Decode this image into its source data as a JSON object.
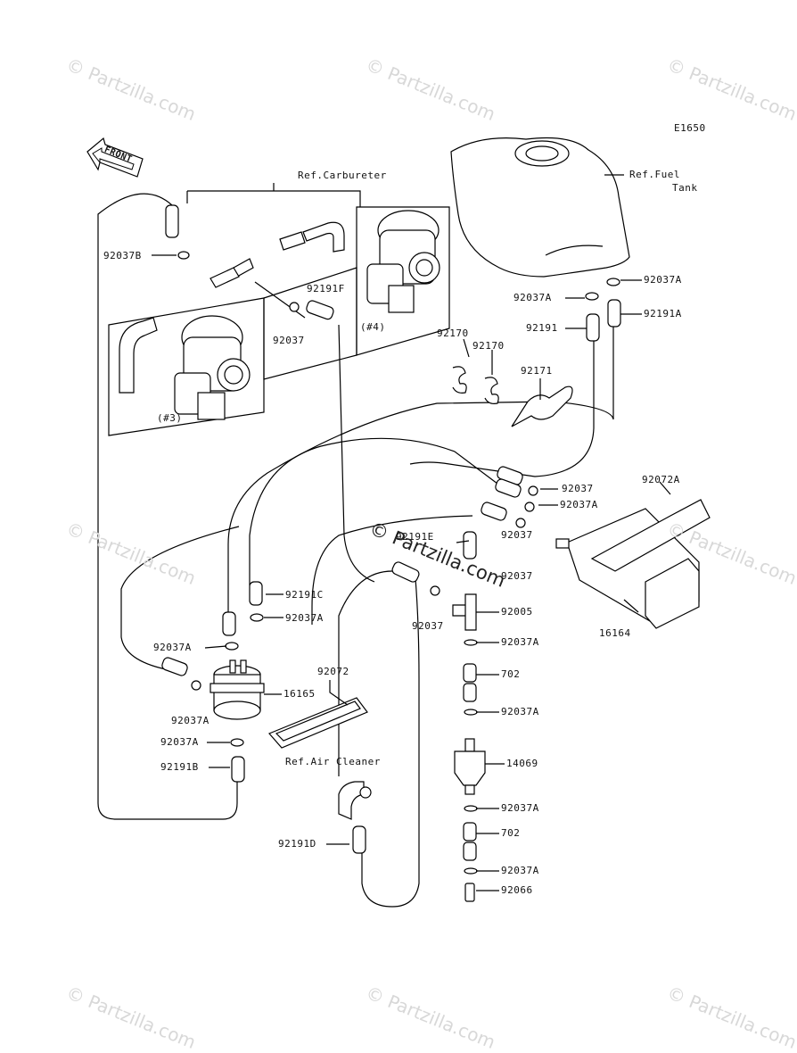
{
  "diagram_code": "E1650",
  "front_label": "FRONT",
  "watermark": "© Partzilla.com",
  "center_watermark": "© Partzilla.com",
  "refs": {
    "carburetor": "Ref.Carbureter",
    "fuel_tank_1": "Ref.Fuel",
    "fuel_tank_2": "Tank",
    "air_cleaner": "Ref.Air Cleaner"
  },
  "carb_tags": {
    "left": "(#3)",
    "right": "(#4)"
  },
  "parts": {
    "p92037B": "92037B",
    "p92191F": "92191F",
    "p92037_a": "92037",
    "p92037A_tank": "92037A",
    "p92037A_b": "92037A",
    "p92191A": "92191A",
    "p92191": "92191",
    "p92170_a": "92170",
    "p92170_b": "92170",
    "p92171": "92171",
    "p92037_b": "92037",
    "p92037A_c": "92037A",
    "p92072A": "92072A",
    "p92191E": "92191E",
    "p92037_c": "92037",
    "p92037_d": "92037",
    "p92037_e": "92037",
    "p92191C": "92191C",
    "p92037A_d": "92037A",
    "p92037A_e": "92037A",
    "p92005": "92005",
    "p16164": "16164",
    "p92037A_f": "92037A",
    "p16165": "16165",
    "p92037A_g": "92037A",
    "p702_a": "702",
    "p92072": "92072",
    "p92037A_h": "92037A",
    "p92037A_i": "92037A",
    "p92191B": "92191B",
    "p14069": "14069",
    "p92037A_j": "92037A",
    "p702_b": "702",
    "p92191D": "92191D",
    "p92037A_k": "92037A",
    "p92066": "92066"
  }
}
